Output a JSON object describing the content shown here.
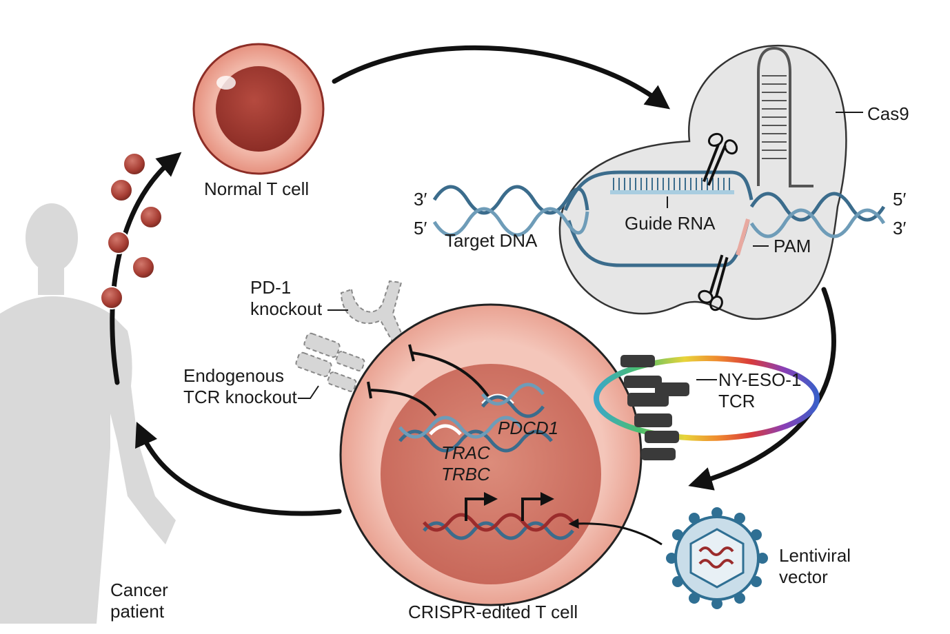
{
  "diagram": {
    "labels": {
      "normal_t_cell": "Normal T cell",
      "cas9": "Cas9",
      "guide_rna": "Guide RNA",
      "target_dna": "Target DNA",
      "pam": "PAM",
      "three_prime_left": "3′",
      "five_prime_left": "5′",
      "five_prime_right": "5′",
      "three_prime_right": "3′",
      "pd1_line1": "PD-1",
      "pd1_line2": "knockout",
      "tcr_ko_line1": "Endogenous",
      "tcr_ko_line2": "TCR knockout",
      "nyeso_line1": "NY-ESO-1",
      "nyeso_line2": "TCR",
      "pdcd1": "PDCD1",
      "trac": "TRAC",
      "trbc": "TRBC",
      "crispr_cell": "CRISPR-edited T cell",
      "lenti_line1": "Lentiviral",
      "lenti_line2": "vector",
      "patient_line1": "Cancer",
      "patient_line2": "patient"
    },
    "colors": {
      "cell_outer": "#f3c2b6",
      "cell_inner": "#c96a5a",
      "cas9_fill": "#e6e6e6",
      "dna_dark": "#3b6c8c",
      "dna_light": "#6e9cb8",
      "guide_rna": "#a9cde0",
      "pam": "#e8a9a0",
      "arrow": "#111111",
      "knockout_gray": "#cfcfcf",
      "tcr_dark": "#3a3a3a",
      "virus_blue": "#2f6f93"
    }
  }
}
